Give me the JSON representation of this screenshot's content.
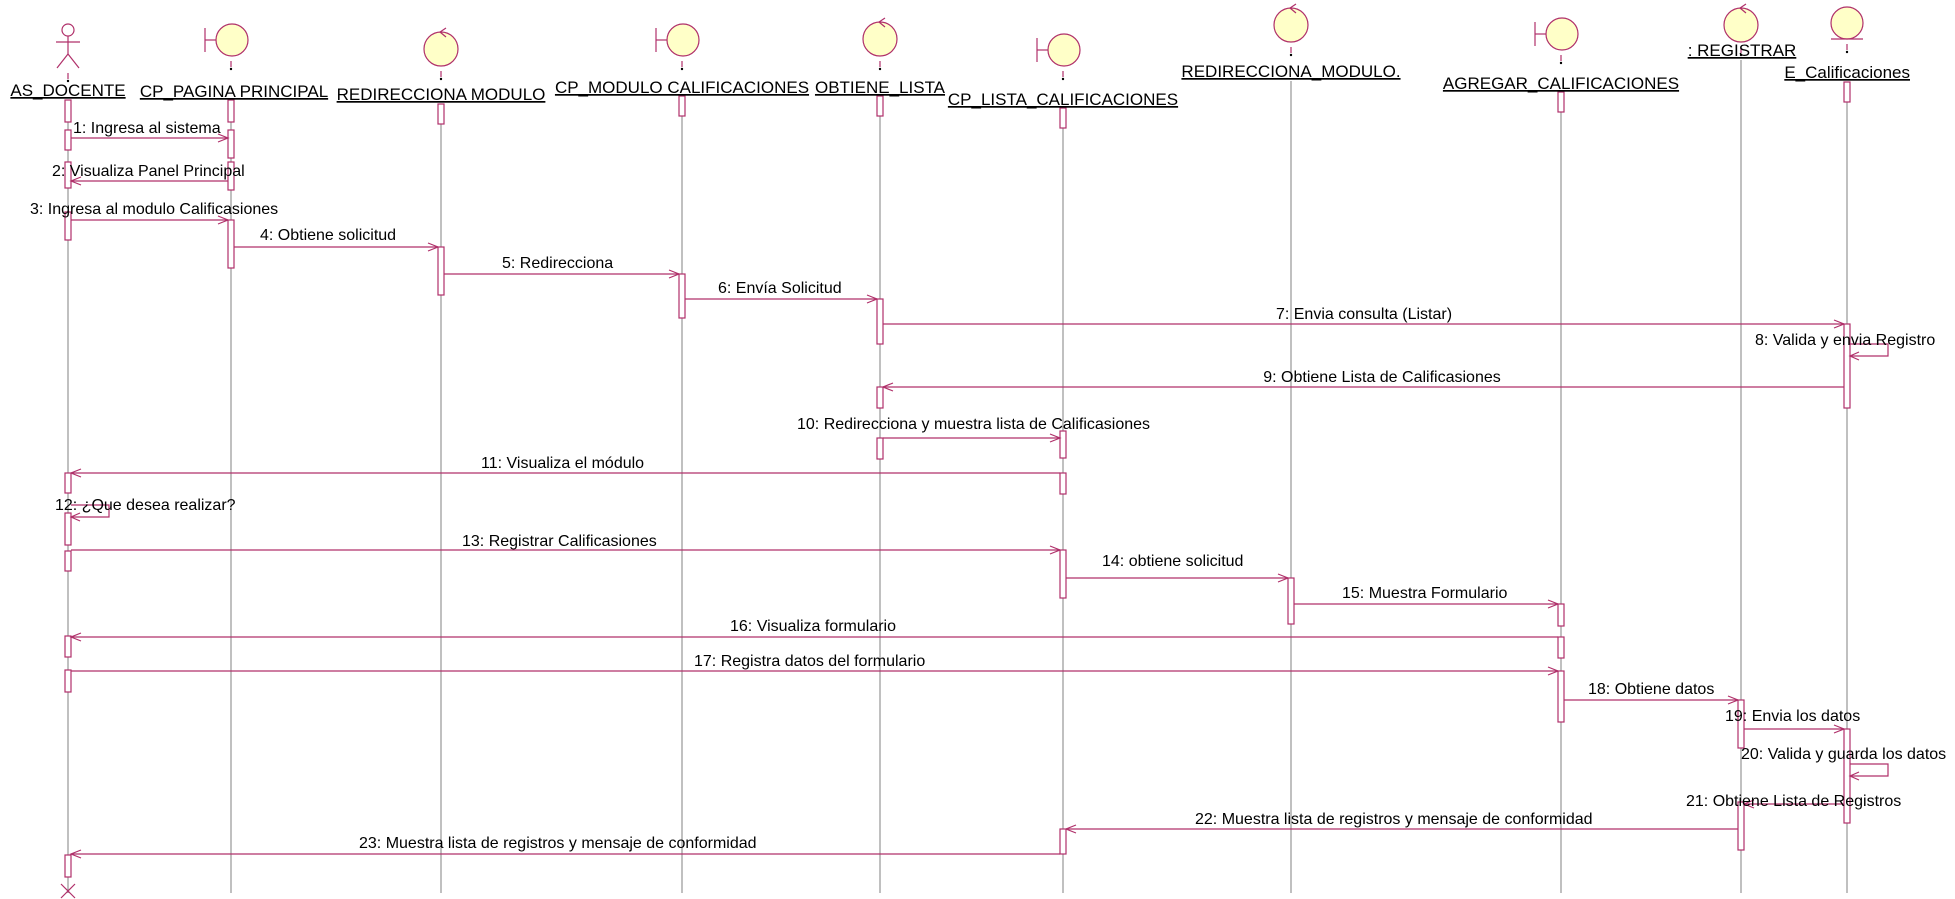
{
  "colors": {
    "line": "#b0306a",
    "fill": "#ffffc8",
    "lifeline": "#808080"
  },
  "objects": [
    {
      "id": "docente",
      "kind": "actor",
      "name": "AS_DOCENTE"
    },
    {
      "id": "pagina",
      "kind": "boundary",
      "name": "CP_PAGINA PRINCIPAL"
    },
    {
      "id": "redir1",
      "kind": "control",
      "name": "REDIRECCIONA MODULO"
    },
    {
      "id": "modulo",
      "kind": "boundary",
      "name": "CP_MODULO CALIFICACIONES"
    },
    {
      "id": "obtiene",
      "kind": "control",
      "name": "OBTIENE_LISTA"
    },
    {
      "id": "lista",
      "kind": "boundary",
      "name": "CP_LISTA_CALIFICACIONES"
    },
    {
      "id": "redir2",
      "kind": "control",
      "name": "REDIRECCIONA_MODULO."
    },
    {
      "id": "agregar",
      "kind": "boundary",
      "name": "AGREGAR_CALIFICACIONES"
    },
    {
      "id": "registrar",
      "kind": "control",
      "name": ": REGISTRAR"
    },
    {
      "id": "ecal",
      "kind": "entity",
      "name": "E_Calificaciones"
    }
  ],
  "messages": [
    {
      "n": "1",
      "text": "Ingresa al sistema",
      "from": "docente",
      "to": "pagina"
    },
    {
      "n": "2",
      "text": "Visualiza Panel Principal",
      "from": "pagina",
      "to": "docente"
    },
    {
      "n": "3",
      "text": "Ingresa al modulo Calificasiones",
      "from": "docente",
      "to": "pagina"
    },
    {
      "n": "4",
      "text": "Obtiene solicitud",
      "from": "pagina",
      "to": "redir1"
    },
    {
      "n": "5",
      "text": "Redirecciona",
      "from": "redir1",
      "to": "modulo"
    },
    {
      "n": "6",
      "text": "Envía Solicitud",
      "from": "modulo",
      "to": "obtiene"
    },
    {
      "n": "7",
      "text": "Envia consulta (Listar)",
      "from": "obtiene",
      "to": "ecal"
    },
    {
      "n": "8",
      "text": "Valida y envia Registro",
      "from": "ecal",
      "to": "ecal"
    },
    {
      "n": "9",
      "text": "Obtiene Lista de Calificasiones",
      "from": "ecal",
      "to": "obtiene"
    },
    {
      "n": "10",
      "text": "Redirecciona y muestra lista de Calificasiones",
      "from": "obtiene",
      "to": "lista"
    },
    {
      "n": "11",
      "text": "Visualiza el módulo",
      "from": "lista",
      "to": "docente"
    },
    {
      "n": "12",
      "text": "¿Que desea realizar?",
      "from": "docente",
      "to": "docente"
    },
    {
      "n": "13",
      "text": "Registrar Calificasiones",
      "from": "docente",
      "to": "lista"
    },
    {
      "n": "14",
      "text": "obtiene solicitud",
      "from": "lista",
      "to": "redir2"
    },
    {
      "n": "15",
      "text": "Muestra Formulario",
      "from": "redir2",
      "to": "agregar"
    },
    {
      "n": "16",
      "text": "Visualiza formulario",
      "from": "agregar",
      "to": "docente"
    },
    {
      "n": "17",
      "text": "Registra datos del formulario",
      "from": "docente",
      "to": "agregar"
    },
    {
      "n": "18",
      "text": "Obtiene datos",
      "from": "agregar",
      "to": "registrar"
    },
    {
      "n": "19",
      "text": "Envia los datos",
      "from": "registrar",
      "to": "ecal"
    },
    {
      "n": "20",
      "text": "Valida y guarda los datos",
      "from": "ecal",
      "to": "ecal"
    },
    {
      "n": "21",
      "text": "Obtiene Lista de Registros",
      "from": "ecal",
      "to": "registrar"
    },
    {
      "n": "22",
      "text": "Muestra lista de registros y mensaje de conformidad",
      "from": "registrar",
      "to": "lista"
    },
    {
      "n": "23",
      "text": "Muestra lista de registros y mensaje de conformidad",
      "from": "lista",
      "to": "docente"
    }
  ]
}
